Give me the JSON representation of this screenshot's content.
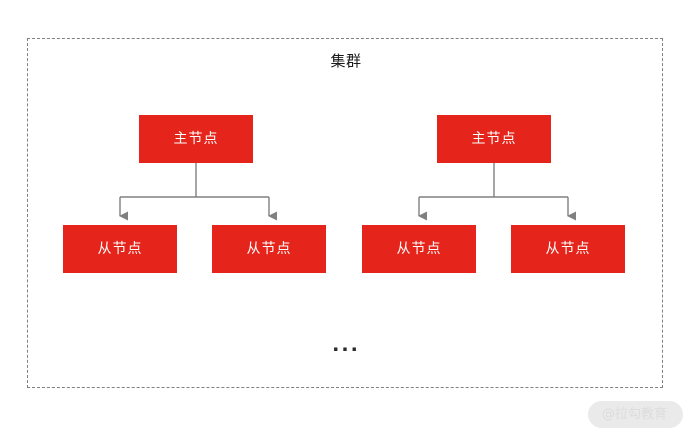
{
  "diagram": {
    "title": "集群",
    "ellipsis": "...",
    "colors": {
      "node_fill": "#E5251B",
      "node_text": "#FFFFFF",
      "connector": "#808080",
      "boundary": "#808080",
      "background": "#FFFFFF",
      "title_text": "#1A1A1A"
    },
    "groups": [
      {
        "master": {
          "label": "主节点"
        },
        "slaves": [
          {
            "label": "从节点"
          },
          {
            "label": "从节点"
          }
        ]
      },
      {
        "master": {
          "label": "主节点"
        },
        "slaves": [
          {
            "label": "从节点"
          },
          {
            "label": "从节点"
          }
        ]
      }
    ]
  },
  "watermark": {
    "text": "@拉勾教育"
  }
}
